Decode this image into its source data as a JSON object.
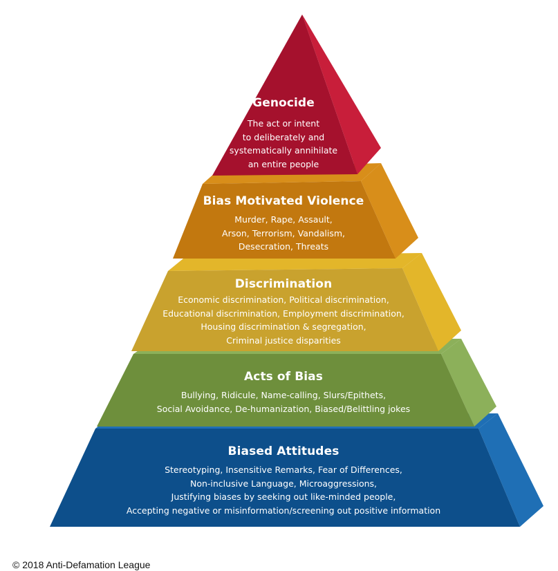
{
  "tiers": [
    {
      "title": "Genocide",
      "lines": [
        "The act or intent",
        "to deliberately and",
        "systematically annihilate",
        "an entire people"
      ],
      "colors": {
        "front": "#a5112d",
        "side": "#c81e3a"
      }
    },
    {
      "title": "Bias Motivated Violence",
      "lines": [
        "Murder, Rape, Assault,",
        "Arson, Terrorism, Vandalism,",
        "Desecration, Threats"
      ],
      "colors": {
        "front": "#c2780f",
        "side": "#d88e1a"
      }
    },
    {
      "title": "Discrimination",
      "lines": [
        "Economic discrimination, Political discrimination,",
        "Educational discrimination, Employment discrimination,",
        "Housing discrimination & segregation,",
        "Criminal justice disparities"
      ],
      "colors": {
        "front": "#c9a22e",
        "side": "#e3b62a"
      }
    },
    {
      "title": "Acts of Bias",
      "lines": [
        "Bullying, Ridicule, Name-calling, Slurs/Epithets,",
        "Social Avoidance, De-humanization, Biased/Belittling jokes"
      ],
      "colors": {
        "front": "#6e8f3c",
        "side": "#8cb05a"
      }
    },
    {
      "title": "Biased Attitudes",
      "lines": [
        "Stereotyping, Insensitive Remarks, Fear of Differences,",
        "Non-inclusive Language, Microaggressions,",
        "Justifying biases by seeking out like-minded people,",
        "Accepting negative or misinformation/screening out positive information"
      ],
      "colors": {
        "front": "#0d4f8b",
        "side": "#1f6fb5"
      }
    }
  ],
  "copyright": "© 2018 Anti-Defamation League"
}
